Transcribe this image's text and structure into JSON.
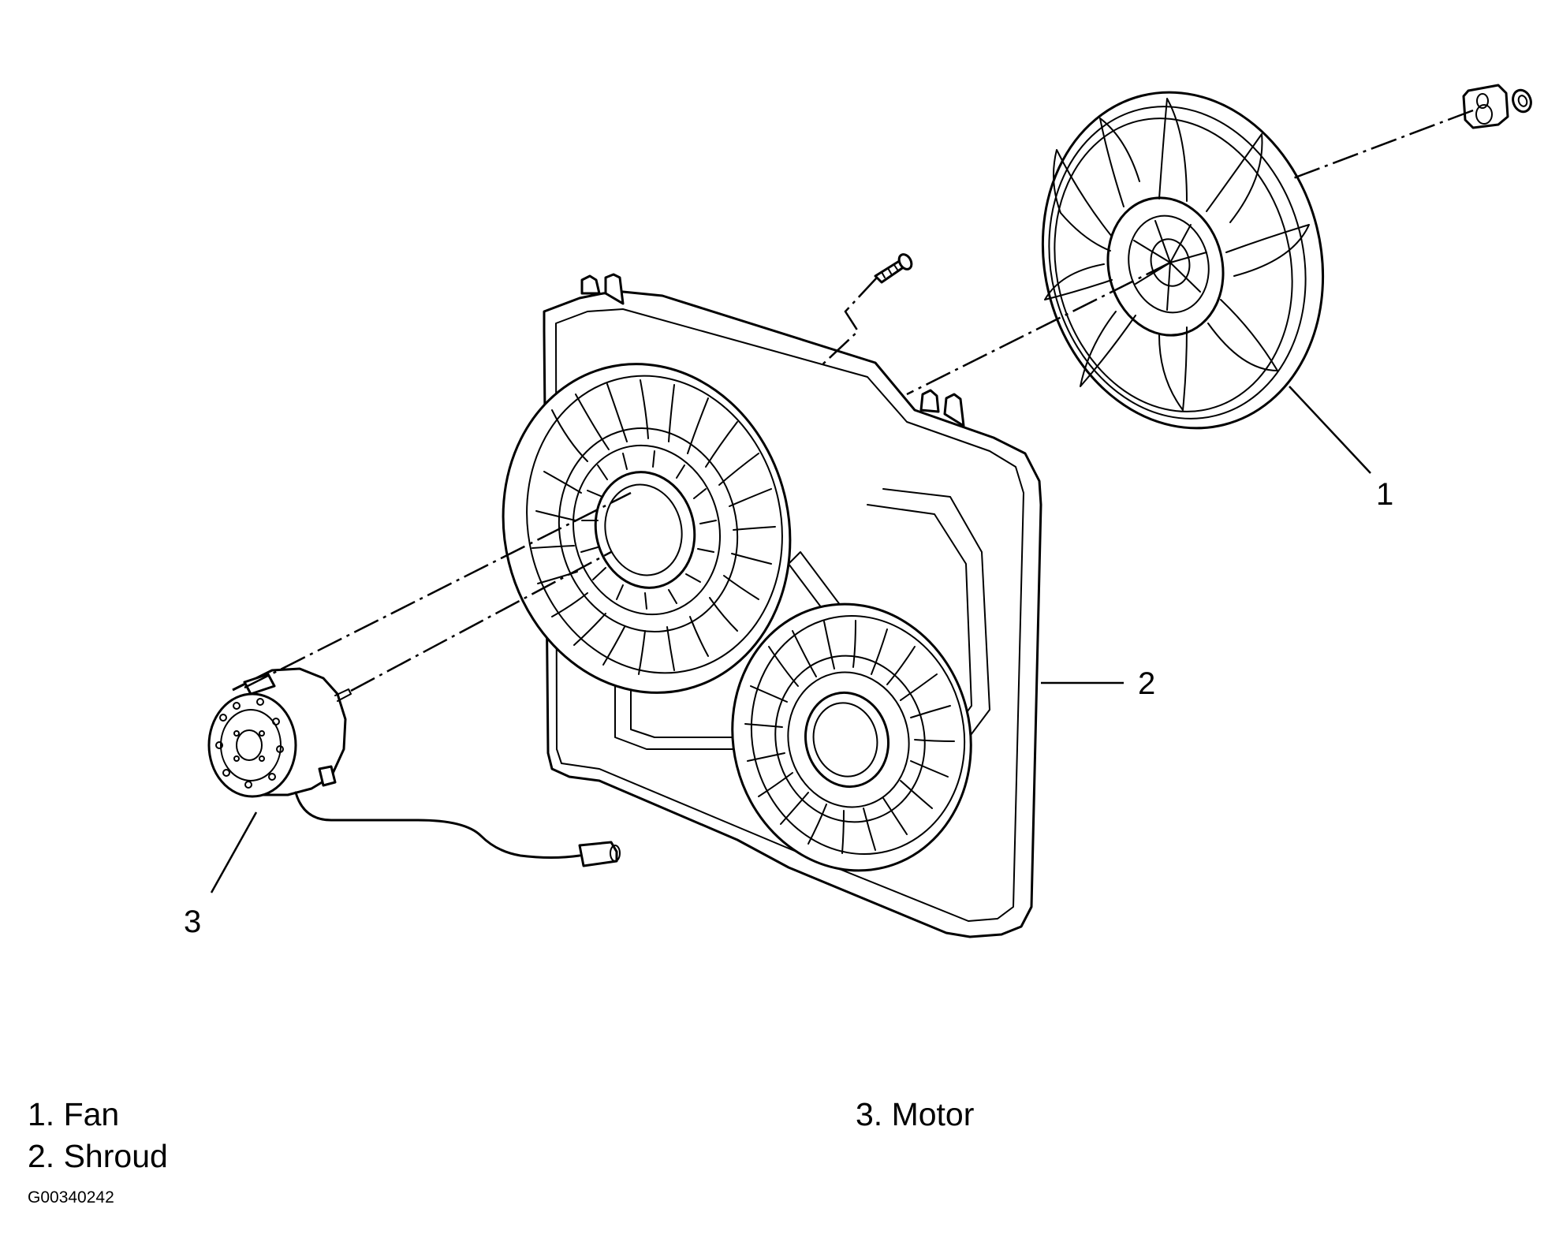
{
  "callouts": {
    "fan": "1",
    "shroud": "2",
    "motor": "3"
  },
  "legend": [
    {
      "text": "1. Fan"
    },
    {
      "text": "2. Shroud"
    },
    {
      "text": "3. Motor"
    }
  ],
  "figure_id": "G00340242",
  "icons": {
    "fan": "fan-icon",
    "shroud": "shroud-icon",
    "motor": "motor-icon",
    "screw": "screw-icon",
    "nut": "nut-icon",
    "washer": "washer-icon",
    "connector": "connector-icon"
  }
}
